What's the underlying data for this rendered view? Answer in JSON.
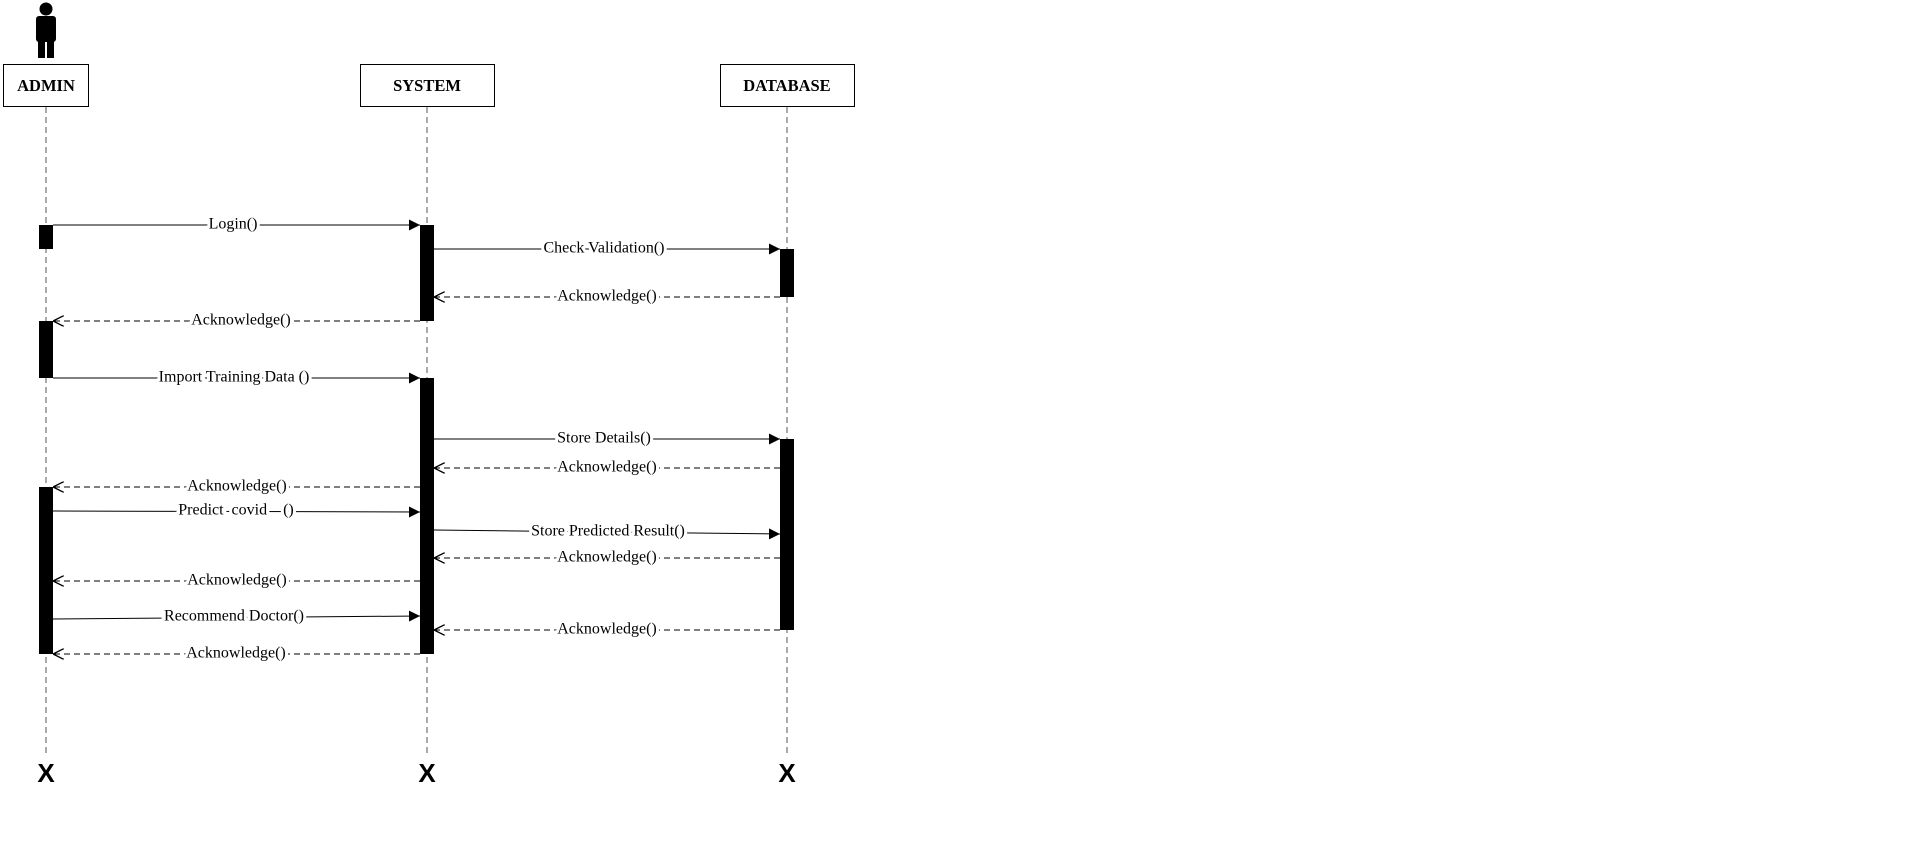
{
  "participants": [
    {
      "id": "admin",
      "label": "ADMIN",
      "actor_icon": "person-icon"
    },
    {
      "id": "system",
      "label": "SYSTEM"
    },
    {
      "id": "database",
      "label": "DATABASE"
    }
  ],
  "messages": [
    {
      "id": "login",
      "label": "Login()",
      "from": "admin",
      "to": "system",
      "kind": "call"
    },
    {
      "id": "check-validation",
      "label": "Check Validation()",
      "from": "system",
      "to": "database",
      "kind": "call"
    },
    {
      "id": "ack-db-1",
      "label": "Acknowledge()",
      "from": "database",
      "to": "system",
      "kind": "return"
    },
    {
      "id": "ack-sys-1",
      "label": "Acknowledge()",
      "from": "system",
      "to": "admin",
      "kind": "return"
    },
    {
      "id": "import-training-data",
      "label": "Import Training Data ()",
      "from": "admin",
      "to": "system",
      "kind": "call"
    },
    {
      "id": "store-details",
      "label": "Store Details()",
      "from": "system",
      "to": "database",
      "kind": "call"
    },
    {
      "id": "ack-db-2",
      "label": "Acknowledge()",
      "from": "database",
      "to": "system",
      "kind": "return"
    },
    {
      "id": "ack-sys-2",
      "label": "Acknowledge()",
      "from": "system",
      "to": "admin",
      "kind": "return"
    },
    {
      "id": "predict-covid",
      "label": "Predict  covid    ()",
      "from": "admin",
      "to": "system",
      "kind": "call"
    },
    {
      "id": "store-predicted-result",
      "label": "Store Predicted Result()",
      "from": "system",
      "to": "database",
      "kind": "call"
    },
    {
      "id": "ack-db-3",
      "label": "Acknowledge()",
      "from": "database",
      "to": "system",
      "kind": "return"
    },
    {
      "id": "ack-sys-3",
      "label": "Acknowledge()",
      "from": "system",
      "to": "admin",
      "kind": "return"
    },
    {
      "id": "recommend-doctor",
      "label": "Recommend Doctor()",
      "from": "admin",
      "to": "system",
      "kind": "call"
    },
    {
      "id": "ack-db-4",
      "label": "Acknowledge()",
      "from": "database",
      "to": "system",
      "kind": "return"
    },
    {
      "id": "ack-sys-4",
      "label": "Acknowledge()",
      "from": "system",
      "to": "admin",
      "kind": "return"
    }
  ],
  "terminator": "X"
}
